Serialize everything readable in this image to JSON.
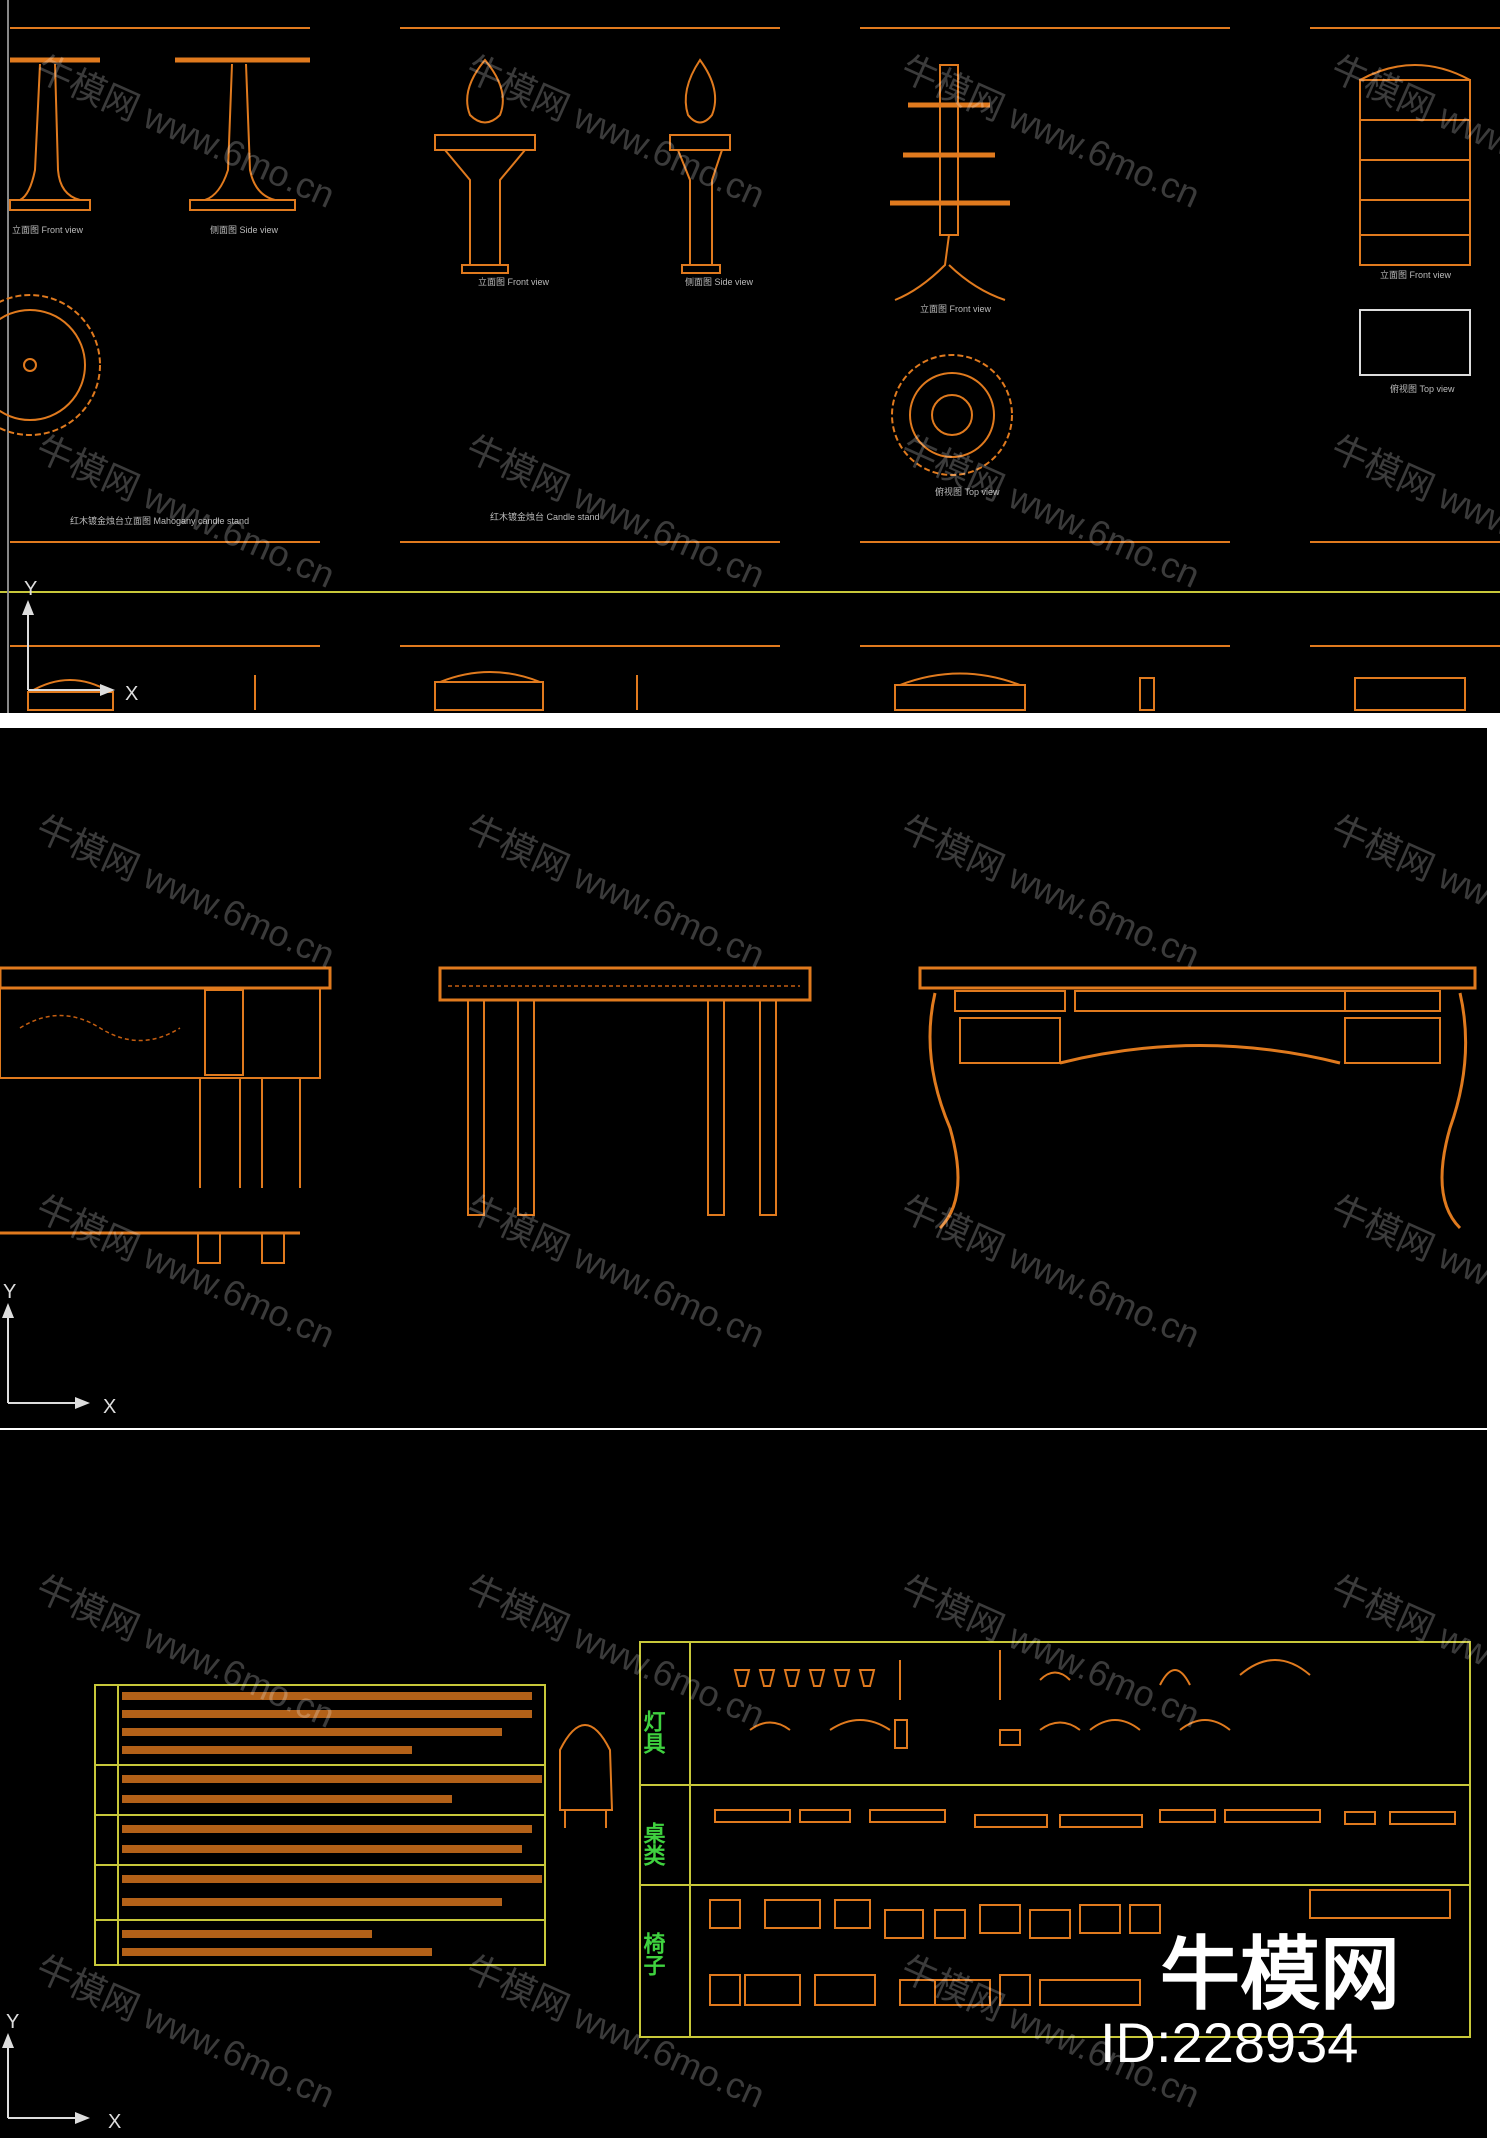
{
  "watermark": "牛模网 www.6mo.cn",
  "brand": {
    "name": "牛模网",
    "id": "ID:228934"
  },
  "axes": {
    "y": "Y",
    "x": "X"
  },
  "categories": {
    "lamps": "灯具",
    "tables": "桌类",
    "chairs": "椅子"
  },
  "colors": {
    "background": "#000000",
    "lines": "#e07a1e",
    "frame": "#c8c83a",
    "category_text": "#3fd23f"
  }
}
